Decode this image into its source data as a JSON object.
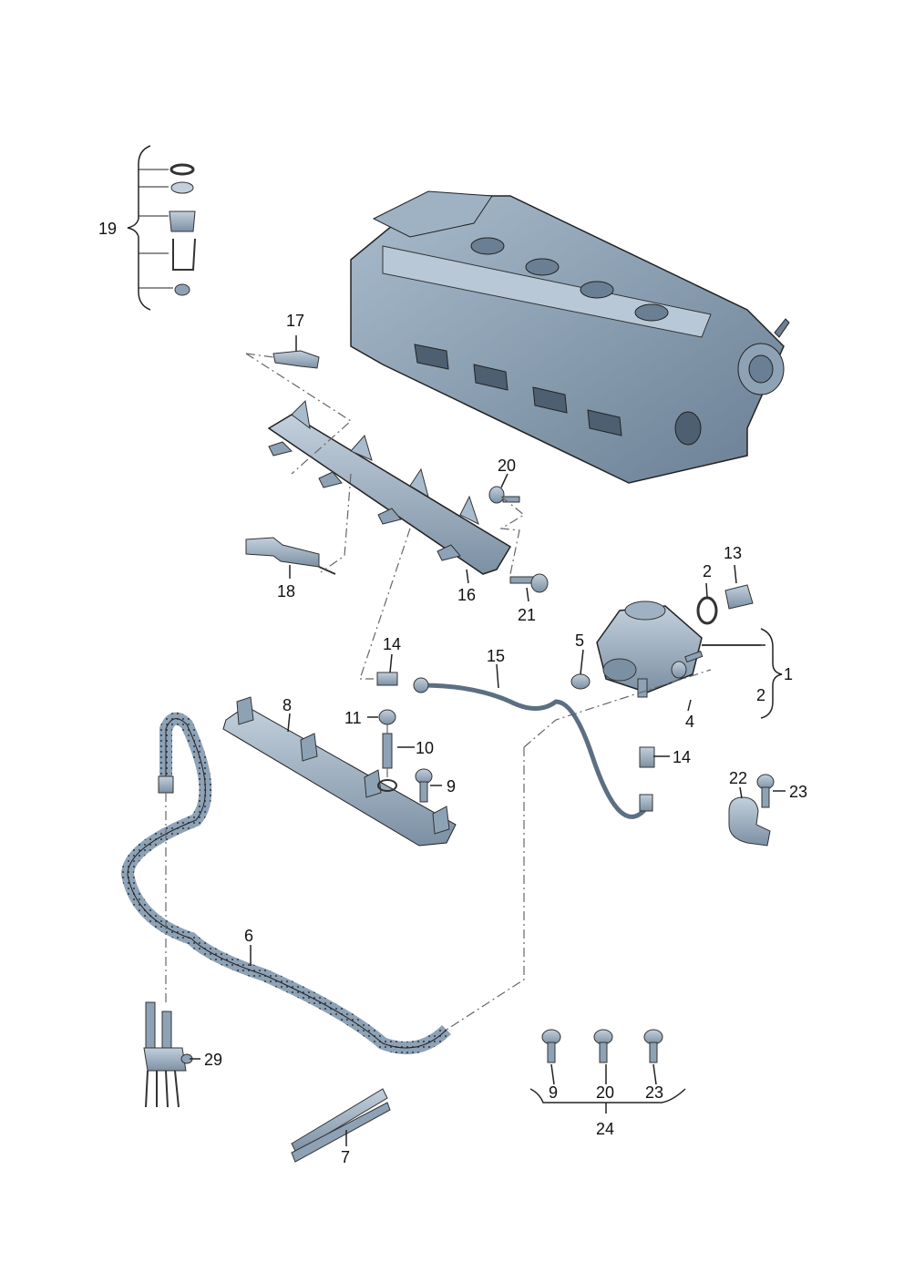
{
  "colors": {
    "part_fill": "#8ea2b6",
    "part_dark": "#5c6f82",
    "part_light": "#c3d0dc",
    "line": "#222222",
    "dash": "#666666"
  },
  "labels": {
    "l1": "1",
    "l2a": "2",
    "l2b": "2",
    "l4": "4",
    "l5": "5",
    "l6": "6",
    "l7": "7",
    "l8": "8",
    "l9a": "9",
    "l9b": "9",
    "l10": "10",
    "l11": "11",
    "l13": "13",
    "l14a": "14",
    "l14b": "14",
    "l15": "15",
    "l16": "16",
    "l17": "17",
    "l18": "18",
    "l19": "19",
    "l20a": "20",
    "l20b": "20",
    "l21": "21",
    "l22": "22",
    "l23a": "23",
    "l23b": "23",
    "l24": "24",
    "l29": "29"
  }
}
